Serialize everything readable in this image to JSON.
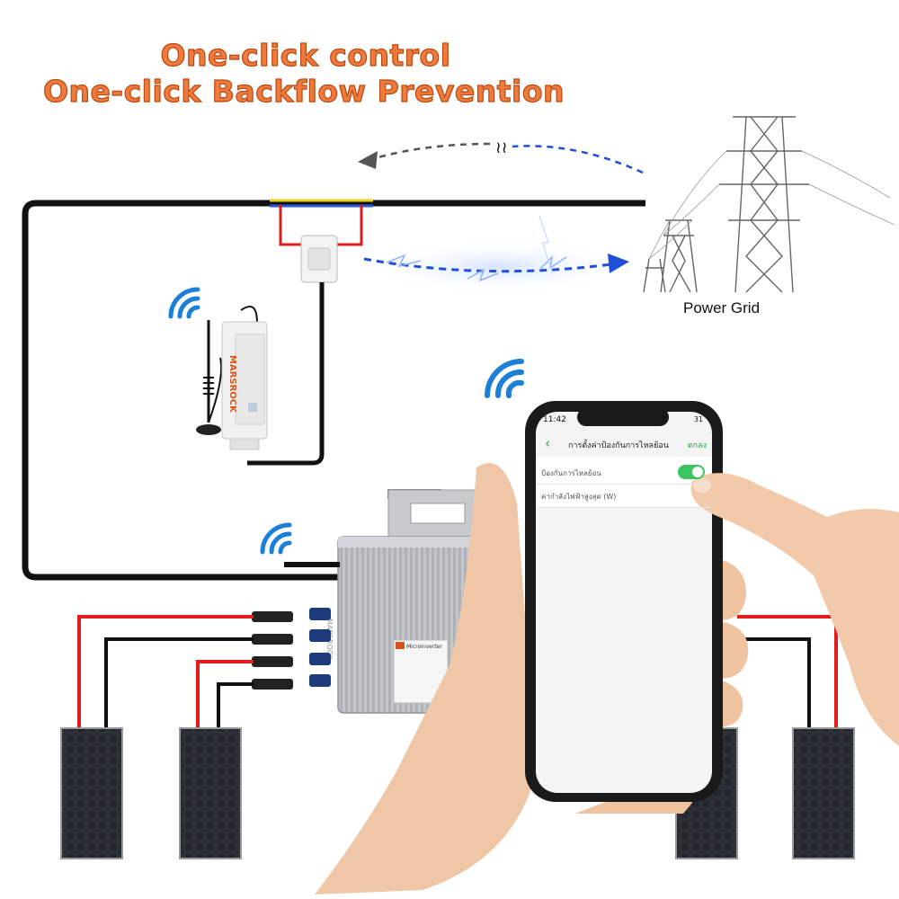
{
  "headline": {
    "line1": "One-click control",
    "line2": "One-click Backflow Prevention"
  },
  "grid": {
    "label": "Power Grid"
  },
  "meter": {
    "brand": "MARSROCK"
  },
  "inverter": {
    "brand": "MARSROCK",
    "plate_title": "Microinverter"
  },
  "phone": {
    "time": "11:42",
    "battery": "31",
    "back_symbol": "‹",
    "nav_title": "การตั้งค่าป้องกันการไหลย้อน",
    "nav_action": "ตกลง",
    "settings": [
      {
        "label": "ป้องกันการไหลย้อน",
        "toggle_on": true
      },
      {
        "label": "ค่ากำลังไฟฟ้าสูงสุด (W)"
      }
    ]
  },
  "colors": {
    "headline": "#f07a3c",
    "flow_arrow_blue": "#1f4fd6",
    "flow_arrow_gray": "#555555",
    "wire_red": "#e21b1b",
    "wire_black": "#111111",
    "toggle_green": "#3cc45e",
    "meter_brand": "#d4551a"
  },
  "icons": [
    "wifi-icon",
    "antenna-icon",
    "current-clamp-icon",
    "transmission-tower-icon",
    "solar-panel-icon",
    "lightning-icon",
    "hand-icon",
    "finger-icon"
  ]
}
